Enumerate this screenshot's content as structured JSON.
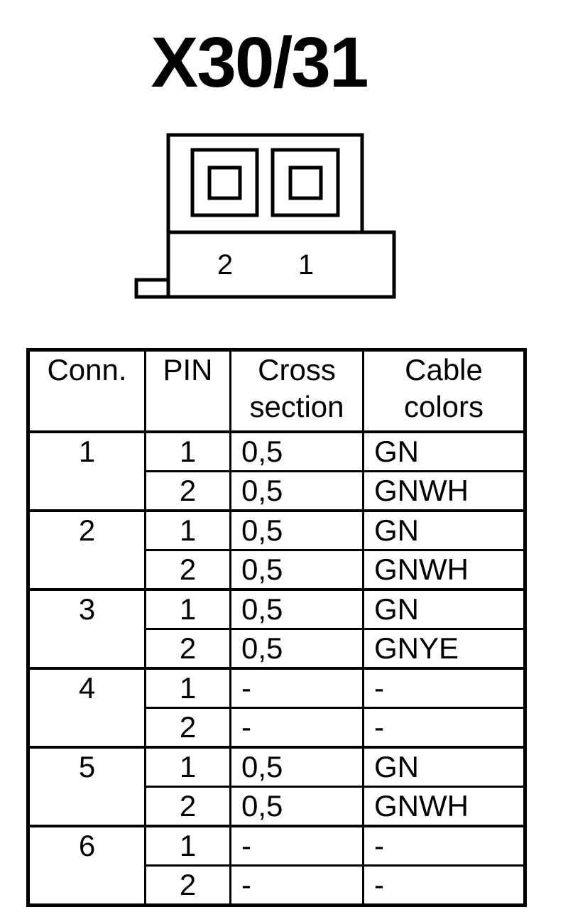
{
  "title": "X30/31",
  "connector": {
    "pin_labels": [
      "2",
      "1"
    ]
  },
  "table": {
    "headers": {
      "conn": "Conn.",
      "pin": "PIN",
      "cross_section": [
        "Cross",
        "section"
      ],
      "cable_colors": [
        "Cable",
        "colors"
      ]
    },
    "groups": [
      {
        "conn": "1",
        "rows": [
          {
            "pin": "1",
            "cross": "0,5",
            "color": "GN"
          },
          {
            "pin": "2",
            "cross": "0,5",
            "color": "GNWH"
          }
        ]
      },
      {
        "conn": "2",
        "rows": [
          {
            "pin": "1",
            "cross": "0,5",
            "color": "GN"
          },
          {
            "pin": "2",
            "cross": "0,5",
            "color": "GNWH"
          }
        ]
      },
      {
        "conn": "3",
        "rows": [
          {
            "pin": "1",
            "cross": "0,5",
            "color": "GN"
          },
          {
            "pin": "2",
            "cross": "0,5",
            "color": "GNYE"
          }
        ]
      },
      {
        "conn": "4",
        "rows": [
          {
            "pin": "1",
            "cross": "-",
            "color": "-"
          },
          {
            "pin": "2",
            "cross": "-",
            "color": "-"
          }
        ]
      },
      {
        "conn": "5",
        "rows": [
          {
            "pin": "1",
            "cross": "0,5",
            "color": "GN"
          },
          {
            "pin": "2",
            "cross": "0,5",
            "color": "GNWH"
          }
        ]
      },
      {
        "conn": "6",
        "rows": [
          {
            "pin": "1",
            "cross": "-",
            "color": "-"
          },
          {
            "pin": "2",
            "cross": "-",
            "color": "-"
          }
        ]
      }
    ]
  }
}
